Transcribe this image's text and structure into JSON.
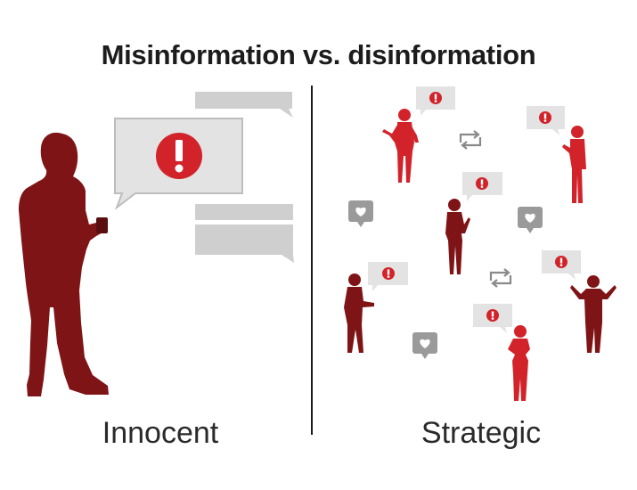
{
  "title": "Misinformation vs. disinformation",
  "left_label": "Innocent",
  "right_label": "Strategic",
  "colors": {
    "dark_red": "#7f1416",
    "bright_red": "#d2232a",
    "bubble_gray": "#cfcfcf",
    "bubble_light": "#e3e3e3",
    "icon_gray": "#9a9a9a",
    "divider": "#1a1a1a"
  },
  "icons": {
    "alert": "exclamation-in-circle",
    "retweet": "retweet-arrows",
    "like": "heart-in-bubble"
  }
}
